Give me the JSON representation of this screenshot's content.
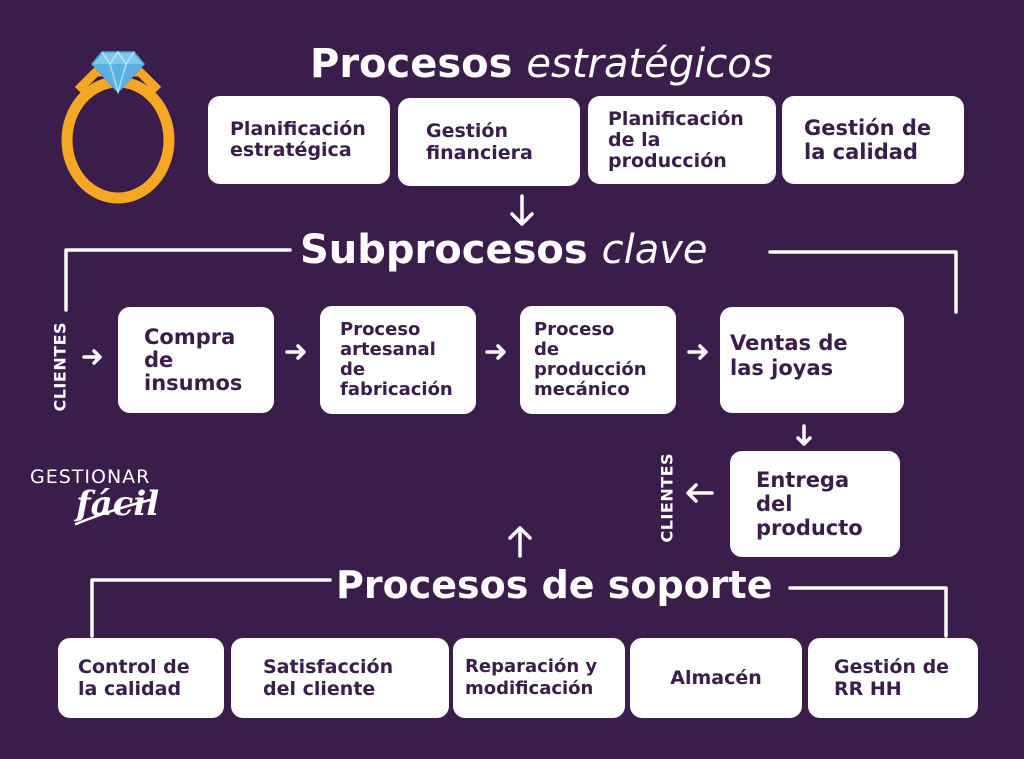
{
  "colors": {
    "background": "#3a1d4b",
    "box": "#ffffff",
    "text_dark": "#3a1d4b",
    "ring_gold": "#f5a623",
    "diamond_blue": "#7ec8f0"
  },
  "strategic": {
    "title_bold": "Procesos",
    "title_italic": "estratégicos",
    "items": [
      "Planificación\nestratégica",
      "Gestión\nfinanciera",
      "Planificación\nde la\nproducción",
      "Gestión de\nla calidad"
    ]
  },
  "key": {
    "title_bold": "Subprocesos",
    "title_italic": "clave",
    "items": [
      "Compra\nde\ninsumos",
      "Proceso\nartesanal\nde\nfabricación",
      "Proceso\nde\nproducción\nmecánico",
      "Ventas de\nlas joyas",
      "Entrega\ndel\nproducto"
    ],
    "clients_left": "CLIENTES",
    "clients_right": "CLIENTES"
  },
  "support": {
    "title": "Procesos de soporte",
    "items": [
      "Control de\nla calidad",
      "Satisfacción\ndel cliente",
      "Reparación y\nmodificación",
      "Almacén",
      "Gestión de\nRR HH"
    ]
  },
  "logo": {
    "line1": "GESTIONAR",
    "line2": "fácil"
  },
  "icons": {
    "ring": "ring-icon",
    "diamond": "diamond-icon"
  }
}
